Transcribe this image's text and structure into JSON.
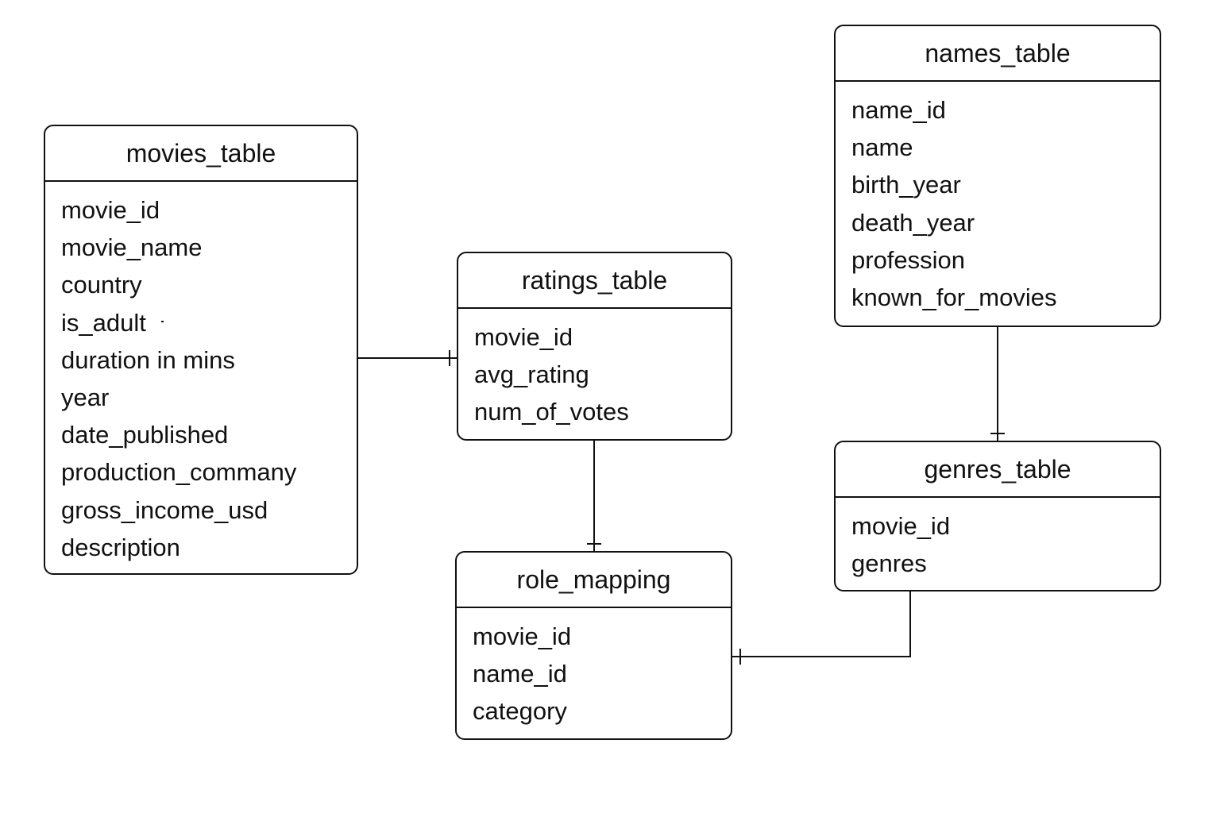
{
  "entities": {
    "movies": {
      "title": "movies_table",
      "fields": [
        "movie_id",
        "movie_name",
        "country",
        "is_adult",
        "duration in mins",
        "year",
        "date_published",
        "production_commany",
        "gross_income_usd",
        "description"
      ]
    },
    "ratings": {
      "title": "ratings_table",
      "fields": [
        "movie_id",
        "avg_rating",
        "num_of_votes"
      ]
    },
    "names": {
      "title": "names_table",
      "fields": [
        "name_id",
        "name",
        "birth_year",
        "death_year",
        "profession",
        "known_for_movies"
      ]
    },
    "genres": {
      "title": "genres_table",
      "fields": [
        "movie_id",
        "genres"
      ]
    },
    "roles": {
      "title": "role_mapping",
      "fields": [
        "movie_id",
        "name_id",
        "category"
      ]
    }
  },
  "colors": {
    "stroke": "#111111",
    "background": "#ffffff"
  }
}
